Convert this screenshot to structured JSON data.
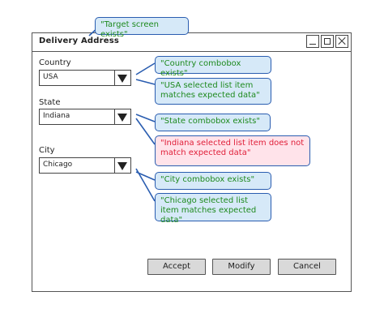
{
  "window": {
    "title": "Delivery Address"
  },
  "form": {
    "country_label": "Country",
    "country_value": "USA",
    "state_label": "State",
    "state_value": "Indiana",
    "city_label": "City",
    "city_value": "Chicago"
  },
  "buttons": {
    "accept": "Accept",
    "modify": "Modify",
    "cancel": "Cancel"
  },
  "annotations": {
    "target_screen": "\"Target screen exists\"",
    "country_combo": "\"Country combobox exists\"",
    "usa_item": "\"USA selected list item matches expected data\"",
    "state_combo": "\"State combobox exists\"",
    "indiana_item": "\"Indiana selected list item does not match expected data\"",
    "city_combo": "\"City combobox exists\"",
    "chicago_item": "\"Chicago selected list item matches expected data\""
  },
  "colors": {
    "note_pass_text": "#1e8a1e",
    "note_fail_text": "#e0203a",
    "note_fill": "#d6e9f8",
    "note_fail_fill": "#ffe3ea",
    "note_border": "#2a5db0"
  }
}
